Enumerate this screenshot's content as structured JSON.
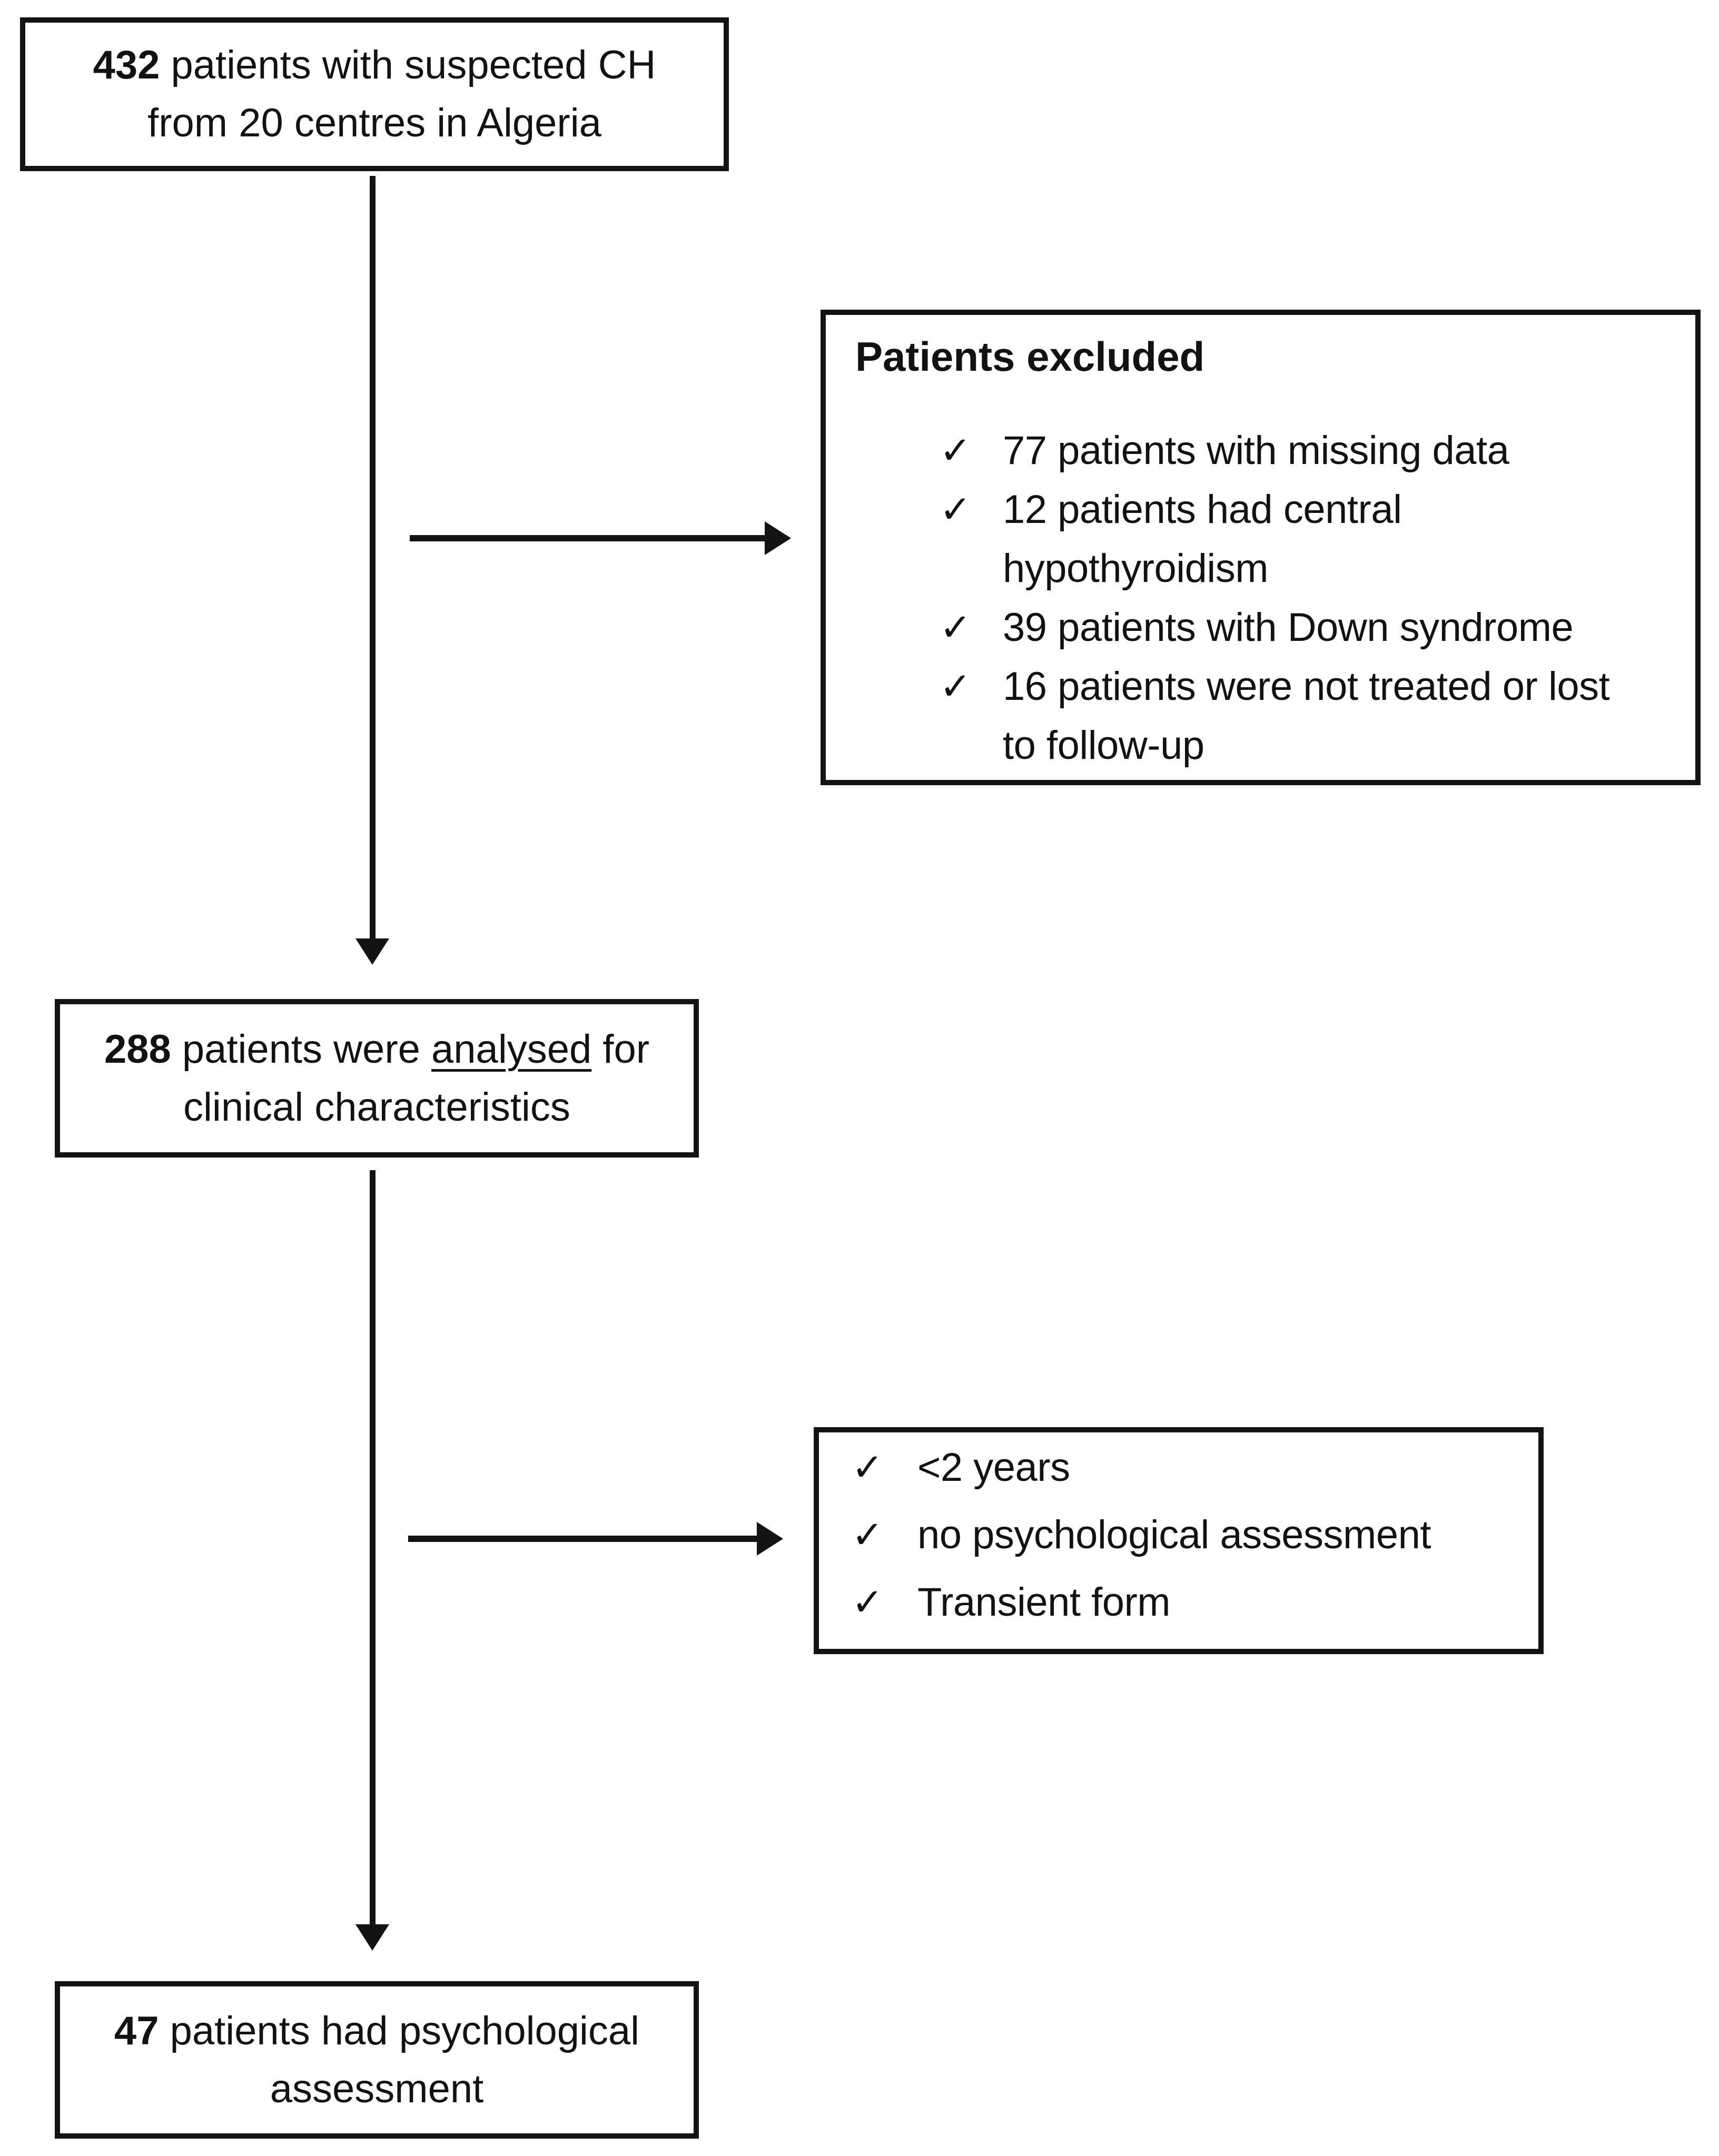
{
  "diagram": {
    "top_box": {
      "count": "432",
      "line1_rest": " patients with suspected CH",
      "line2": "from 20 centres in Algeria"
    },
    "exclusion_box_1": {
      "title": "Patients excluded",
      "check_icon": "✓",
      "items": [
        "77 patients with missing data",
        "12 patients had central\nhypothyroidism",
        "39 patients with Down syndrome",
        "16 patients were not treated or lost\nto follow-up"
      ]
    },
    "middle_box": {
      "count": "288",
      "segment_before": " patients were ",
      "underlined": "analysed",
      "segment_after": " for",
      "line2": "clinical characteristics"
    },
    "exclusion_box_2": {
      "check_icon": "✓",
      "items": [
        "<2 years",
        "no psychological assessment",
        "Transient form"
      ]
    },
    "bottom_box": {
      "count": "47",
      "line1_rest": " patients had psychological",
      "line2": "assessment"
    },
    "colors": {
      "ink": "#131313",
      "background": "#ffffff"
    }
  }
}
